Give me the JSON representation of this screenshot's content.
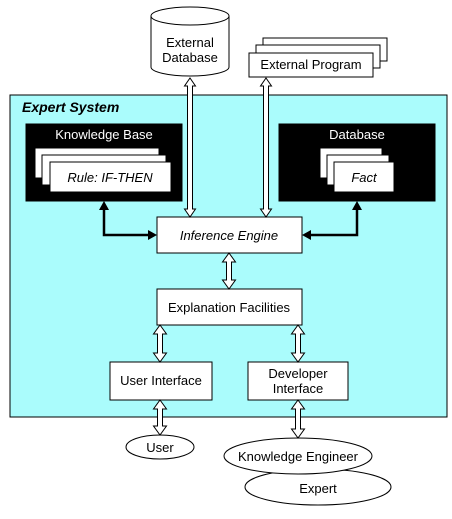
{
  "colors": {
    "system_fill": "#aafcfc",
    "dark_fill": "#000000",
    "box_fill": "#ffffff",
    "stroke": "#000000"
  },
  "external_database": {
    "line1": "External",
    "line2": "Database",
    "shape": "cylinder-icon"
  },
  "external_program": {
    "label": "External Program"
  },
  "expert_system": {
    "title": "Expert System"
  },
  "knowledge_base": {
    "title": "Knowledge Base",
    "item": "Rule: IF-THEN"
  },
  "database": {
    "title": "Database",
    "item": "Fact"
  },
  "inference_engine": {
    "label": "Inference Engine"
  },
  "explanation_facilities": {
    "label": "Explanation Facilities"
  },
  "user_interface": {
    "label": "User Interface"
  },
  "developer_interface": {
    "line1": "Developer",
    "line2": "Interface"
  },
  "user": {
    "label": "User"
  },
  "knowledge_engineer": {
    "label": "Knowledge Engineer"
  },
  "expert": {
    "label": "Expert"
  }
}
